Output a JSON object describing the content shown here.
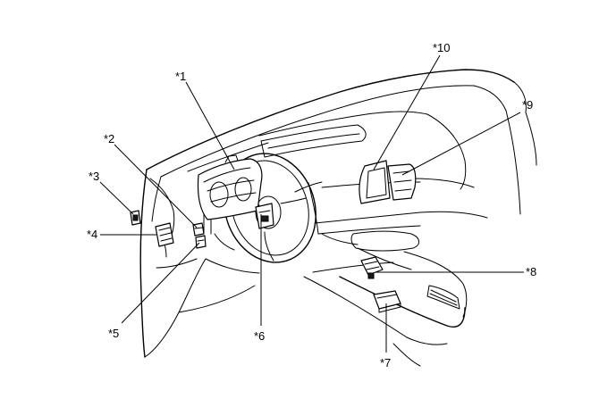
{
  "diagram": {
    "callouts": {
      "c1": "*1",
      "c2": "*2",
      "c3": "*3",
      "c4": "*4",
      "c5": "*5",
      "c6": "*6",
      "c7": "*7",
      "c8": "*8",
      "c9": "*9",
      "c10": "*10"
    }
  }
}
